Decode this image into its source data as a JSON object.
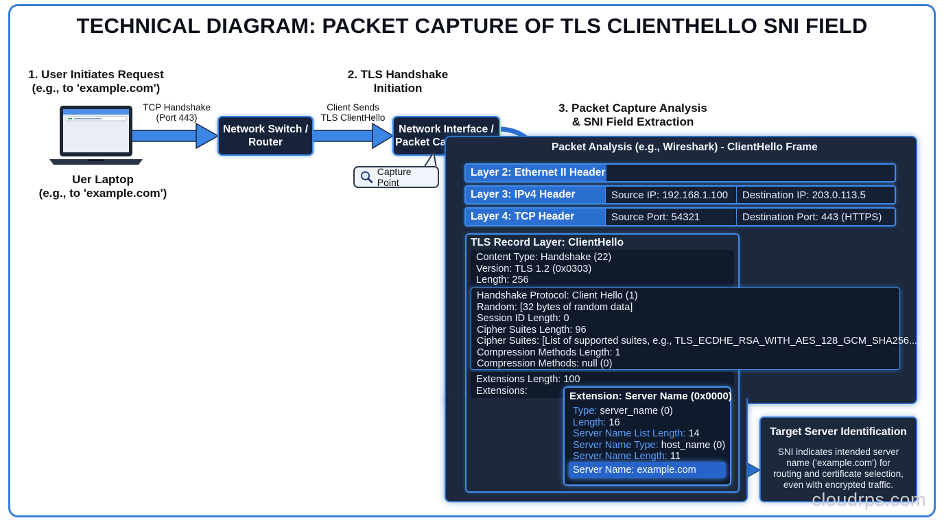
{
  "title": "TECHNICAL DIAGRAM: PACKET CAPTURE OF TLS CLIENTHELLO SNI FIELD",
  "steps": {
    "step1": [
      "1. User Initiates Request",
      "(e.g., to 'example.com')"
    ],
    "step2": [
      "2. TLS Handshake",
      "Initiation"
    ],
    "step3": [
      "3. Packet Capture Analysis",
      "& SNI Field Extraction"
    ]
  },
  "laptop": {
    "label": [
      "Uer Laptop",
      "(e.g., to 'example.com')"
    ]
  },
  "edges": {
    "tcp": [
      "TCP Handshake",
      "(Port 443)"
    ],
    "client_sends": [
      "Client Sends",
      "TLS ClientHello"
    ]
  },
  "nodes": {
    "switch": [
      "Network Switch /",
      "Router"
    ],
    "capture": [
      "Network Interface /",
      "Packet Capture Tool"
    ]
  },
  "capture_point": "Capture Point",
  "analysis": {
    "title": "Packet Analysis (e.g., Wireshark) - ClientHello Frame",
    "layers": [
      {
        "name": "Layer 2: Ethernet II Header",
        "cells": []
      },
      {
        "name": "Layer 3: IPv4 Header",
        "cells": [
          "Source IP: 192.168.1.100",
          "Destination IP: 203.0.113.5"
        ]
      },
      {
        "name": "Layer 4: TCP Header",
        "cells": [
          "Source Port: 54321",
          "Destination Port: 443 (HTTPS)"
        ]
      }
    ],
    "tls": {
      "title": "TLS Record Layer: ClientHello",
      "record": [
        "Content Type: Handshake (22)",
        "Version: TLS 1.2 (0x0303)",
        "Length: 256"
      ],
      "handshake": [
        "Handshake Protocol: Client Hello (1)",
        "Random: [32 bytes of random data]",
        "Session ID Length: 0",
        "Cipher Suites Length: 96",
        "Cipher Suites: [List of supported suites, e.g., TLS_ECDHE_RSA_WITH_AES_128_GCM_SHA256...]",
        "Compression Methods Length: 1",
        "Compression Methods: null (0)"
      ],
      "extensions": [
        "Extensions Length: 100",
        "Extensions:"
      ],
      "sni": {
        "title": "Extension: Server Name (0x0000)",
        "fields": [
          {
            "key": "Type:",
            "value": "server_name (0)"
          },
          {
            "key": "Length:",
            "value": "16"
          },
          {
            "key": "Server Name List Length:",
            "value": "14"
          },
          {
            "key": "Server Name Type:",
            "value": "host_name (0)"
          },
          {
            "key": "Server Name Length:",
            "value": "11"
          }
        ],
        "server_name": "Server Name: example.com"
      }
    }
  },
  "target": {
    "title": "Target Server Identification",
    "text": [
      "SNI indicates intended server",
      "name ('example.com') for",
      "routing and certificate selection,",
      "even with encrypted traffic."
    ]
  },
  "watermark": "cloudrps.com",
  "colors": {
    "accent": "#3c86e6",
    "panel": "#1c283c",
    "node": "#16233a",
    "highlight": "#2764c9"
  }
}
